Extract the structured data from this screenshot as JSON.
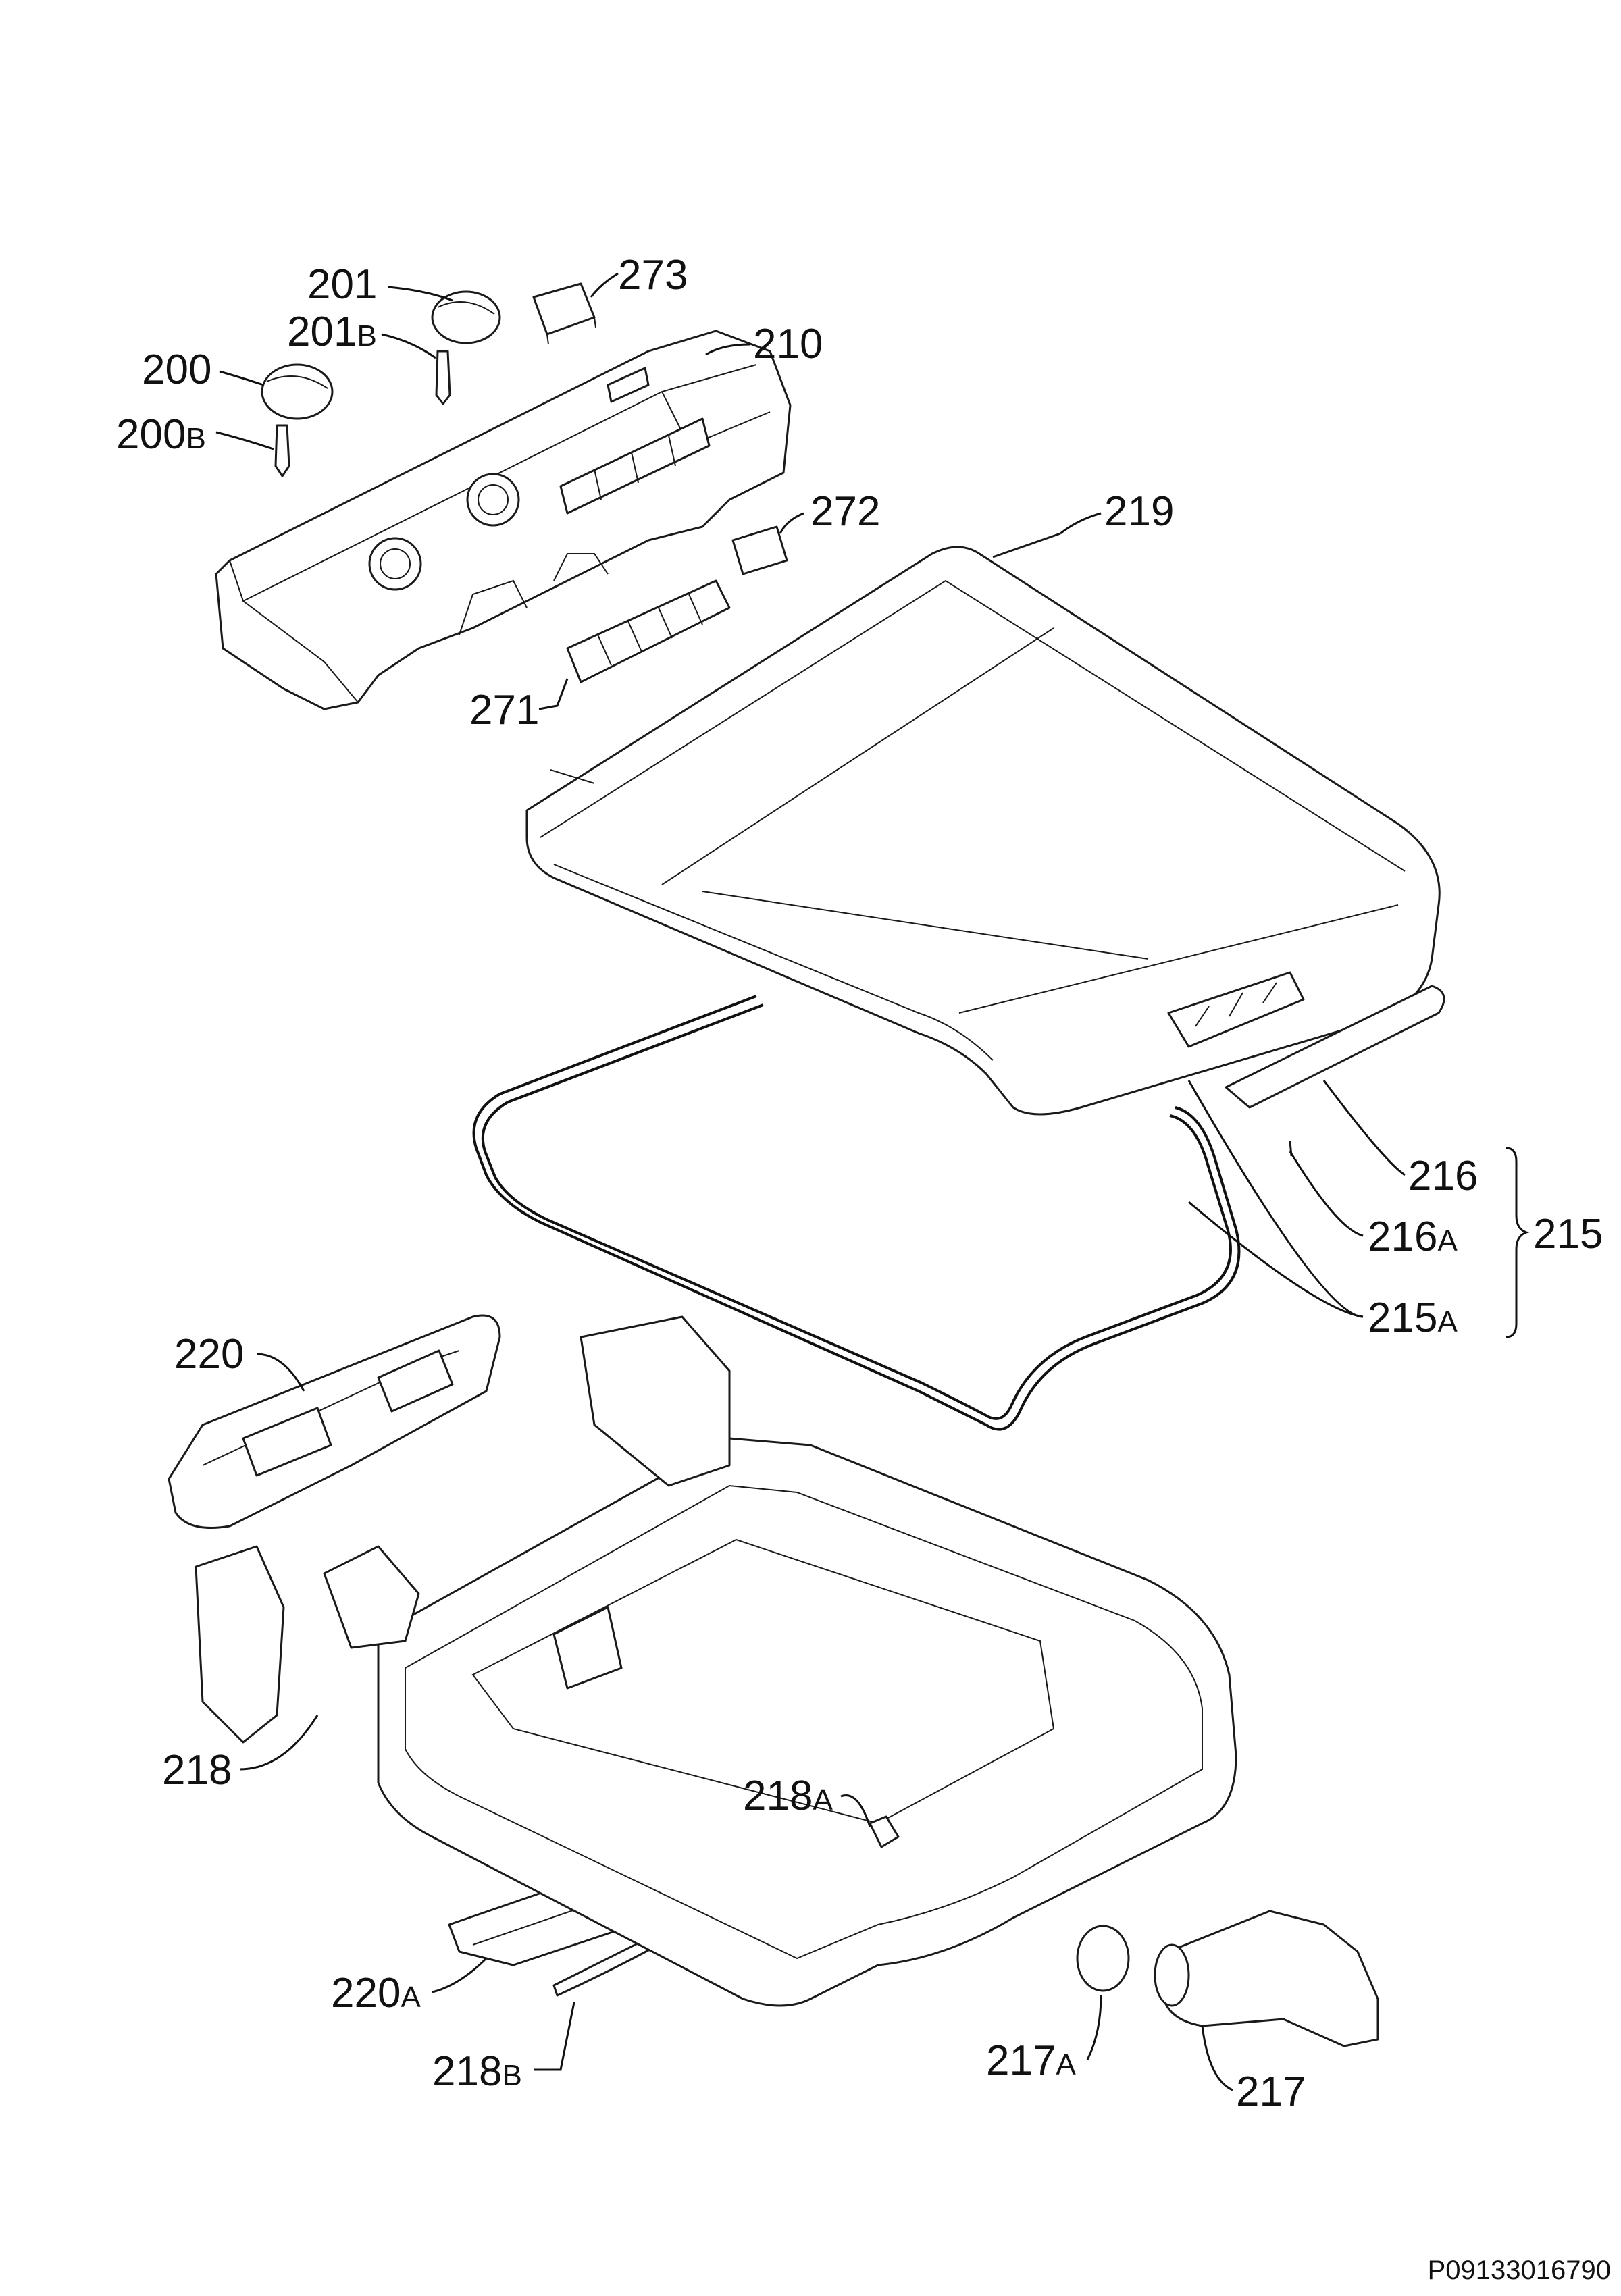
{
  "diagram": {
    "reference_code": "P09133016790",
    "callouts": [
      {
        "id": "200",
        "main": "200",
        "suffix": ""
      },
      {
        "id": "200B",
        "main": "200",
        "suffix": "B"
      },
      {
        "id": "201",
        "main": "201",
        "suffix": ""
      },
      {
        "id": "201B",
        "main": "201",
        "suffix": "B"
      },
      {
        "id": "273",
        "main": "273",
        "suffix": ""
      },
      {
        "id": "210",
        "main": "210",
        "suffix": ""
      },
      {
        "id": "272",
        "main": "272",
        "suffix": ""
      },
      {
        "id": "219",
        "main": "219",
        "suffix": ""
      },
      {
        "id": "271",
        "main": "271",
        "suffix": ""
      },
      {
        "id": "216",
        "main": "216",
        "suffix": ""
      },
      {
        "id": "216A",
        "main": "216",
        "suffix": "A"
      },
      {
        "id": "215",
        "main": "215",
        "suffix": ""
      },
      {
        "id": "215A",
        "main": "215",
        "suffix": "A"
      },
      {
        "id": "220",
        "main": "220",
        "suffix": ""
      },
      {
        "id": "218",
        "main": "218",
        "suffix": ""
      },
      {
        "id": "218A",
        "main": "218",
        "suffix": "A"
      },
      {
        "id": "220A",
        "main": "220",
        "suffix": "A"
      },
      {
        "id": "218B",
        "main": "218",
        "suffix": "B"
      },
      {
        "id": "217A",
        "main": "217",
        "suffix": "A"
      },
      {
        "id": "217",
        "main": "217",
        "suffix": ""
      }
    ]
  }
}
